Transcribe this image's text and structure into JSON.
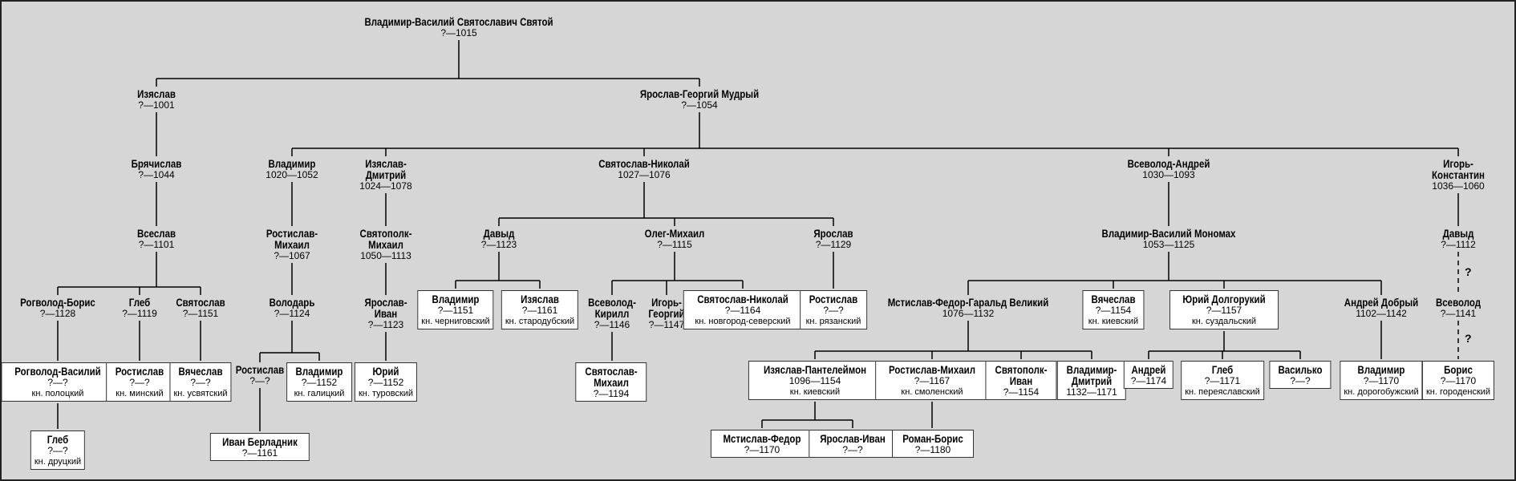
{
  "nodes": {
    "vladimir_vasily": {
      "name": "Владимир-Василий Святославич Святой",
      "dates": "?—1015"
    },
    "izyaslav1": {
      "name": "Изяслав",
      "dates": "?—1001"
    },
    "yaroslav": {
      "name": "Ярослав-Георгий Мудрый",
      "dates": "?—1054"
    },
    "bryachislav": {
      "name": "Брячислав",
      "dates": "?—1044"
    },
    "vseslav": {
      "name": "Всеслав",
      "dates": "?—1101"
    },
    "rogvolod_boris": {
      "name": "Рогволод-Борис",
      "dates": "?—1128"
    },
    "gleb1": {
      "name": "Глеб",
      "dates": "?—1119"
    },
    "svyatoslav1": {
      "name": "Святослав",
      "dates": "?—1151"
    },
    "rogvolod_vasily": {
      "name": "Рогволод-Василий",
      "dates": "?—?",
      "title": "кн. полоцкий"
    },
    "rostislav1": {
      "name": "Ростислав",
      "dates": "?—?",
      "title": "кн. минский"
    },
    "vyacheslav1": {
      "name": "Вячеслав",
      "dates": "?—?",
      "title": "кн. усвятский"
    },
    "gleb2": {
      "name": "Глеб",
      "dates": "?—?",
      "title": "кн. друцкий"
    },
    "vladimir2": {
      "name": "Владимир",
      "dates": "1020—1052"
    },
    "rostislav_mikhail": {
      "name": "Ростислав-Михаил",
      "dates": "?—1067"
    },
    "volodar": {
      "name": "Володарь",
      "dates": "?—1124"
    },
    "rostislav2": {
      "name": "Ростислав",
      "dates": "?—?"
    },
    "vladimir3": {
      "name": "Владимир",
      "dates": "?—1152",
      "title": "кн. галицкий"
    },
    "ivan_berladnik": {
      "name": "Иван Берладник",
      "dates": "?—1161"
    },
    "izyaslav_dmitry": {
      "name": "Изяслав-Дмитрий",
      "dates": "1024—1078"
    },
    "svyatopolk_mikhail": {
      "name": "Святополк-Михаил",
      "dates": "1050—1113"
    },
    "yaroslav_ivan": {
      "name": "Ярослав-Иван",
      "dates": "?—1123"
    },
    "yury1": {
      "name": "Юрий",
      "dates": "?—1152",
      "title": "кн. туровский"
    },
    "svyatoslav_nikolai": {
      "name": "Святослав-Николай",
      "dates": "1027—1076"
    },
    "david1": {
      "name": "Давыд",
      "dates": "?—1123"
    },
    "vladimir4": {
      "name": "Владимир",
      "dates": "?—1151",
      "title": "кн. черниговский"
    },
    "izyaslav2": {
      "name": "Изяслав",
      "dates": "?—1161",
      "title": "кн. стародубский"
    },
    "oleg_mikhail": {
      "name": "Олег-Михаил",
      "dates": "?—1115"
    },
    "vsevolod_kirill": {
      "name": "Всеволод-Кирилл",
      "dates": "?—1146"
    },
    "igor_georgy": {
      "name": "Игорь-Георгий",
      "dates": "?—1147"
    },
    "svyatoslav_nikolai2": {
      "name": "Святослав-Николай",
      "dates": "?—1164",
      "title": "кн. новгород-северский"
    },
    "svyatoslav_mikhail": {
      "name": "Святослав-Михаил",
      "dates": "?—1194"
    },
    "yaroslav2": {
      "name": "Ярослав",
      "dates": "?—1129"
    },
    "rostislav3": {
      "name": "Ростислав",
      "dates": "?—?",
      "title": "кн. рязанский"
    },
    "vsevolod_andrei": {
      "name": "Всеволод-Андрей",
      "dates": "1030—1093"
    },
    "monomakh": {
      "name": "Владимир-Василий Мономах",
      "dates": "1053—1125"
    },
    "mstislav": {
      "name": "Мстислав-Федор-Гаральд Великий",
      "dates": "1076—1132"
    },
    "izyaslav_panteleimon": {
      "name": "Изяслав-Пантелеймон",
      "dates": "1096—1154",
      "title": "кн. киевский"
    },
    "mstislav_fedor": {
      "name": "Мстислав-Федор",
      "dates": "?—1170"
    },
    "yaroslav_ivan2": {
      "name": "Ярослав-Иван",
      "dates": "?—?"
    },
    "rostislav_mikhail2": {
      "name": "Ростислав-Михаил",
      "dates": "?—1167",
      "title": "кн. смоленский"
    },
    "roman_boris": {
      "name": "Роман-Борис",
      "dates": "?—1180"
    },
    "svyatopolk_ivan": {
      "name": "Святополк-Иван",
      "dates": "?—1154"
    },
    "vladimir_dmitry": {
      "name": "Владимир-Дмитрий",
      "dates": "1132—1171"
    },
    "vyacheslav2": {
      "name": "Вячеслав",
      "dates": "?—1154",
      "title": "кн. киевский"
    },
    "yury_dolgoruky": {
      "name": "Юрий Долгорукий",
      "dates": "?—1157",
      "title": "кн. суздальский"
    },
    "andrei1": {
      "name": "Андрей",
      "dates": "?—1174"
    },
    "gleb3": {
      "name": "Глеб",
      "dates": "?—1171",
      "title": "кн. переяславский"
    },
    "vasilko": {
      "name": "Василько",
      "dates": "?—?"
    },
    "andrei_dobry": {
      "name": "Андрей Добрый",
      "dates": "1102—1142"
    },
    "vladimir5": {
      "name": "Владимир",
      "dates": "?—1170",
      "title": "кн. дорогобужский"
    },
    "igor_konstantin": {
      "name": "Игорь-Константин",
      "dates": "1036—1060"
    },
    "david2": {
      "name": "Давыд",
      "dates": "?—1112"
    },
    "vsevolod2": {
      "name": "Всеволод",
      "dates": "?—1141"
    },
    "boris": {
      "name": "Борис",
      "dates": "?—1170",
      "title": "кн. городенский"
    }
  },
  "uncertain_mark": "?"
}
